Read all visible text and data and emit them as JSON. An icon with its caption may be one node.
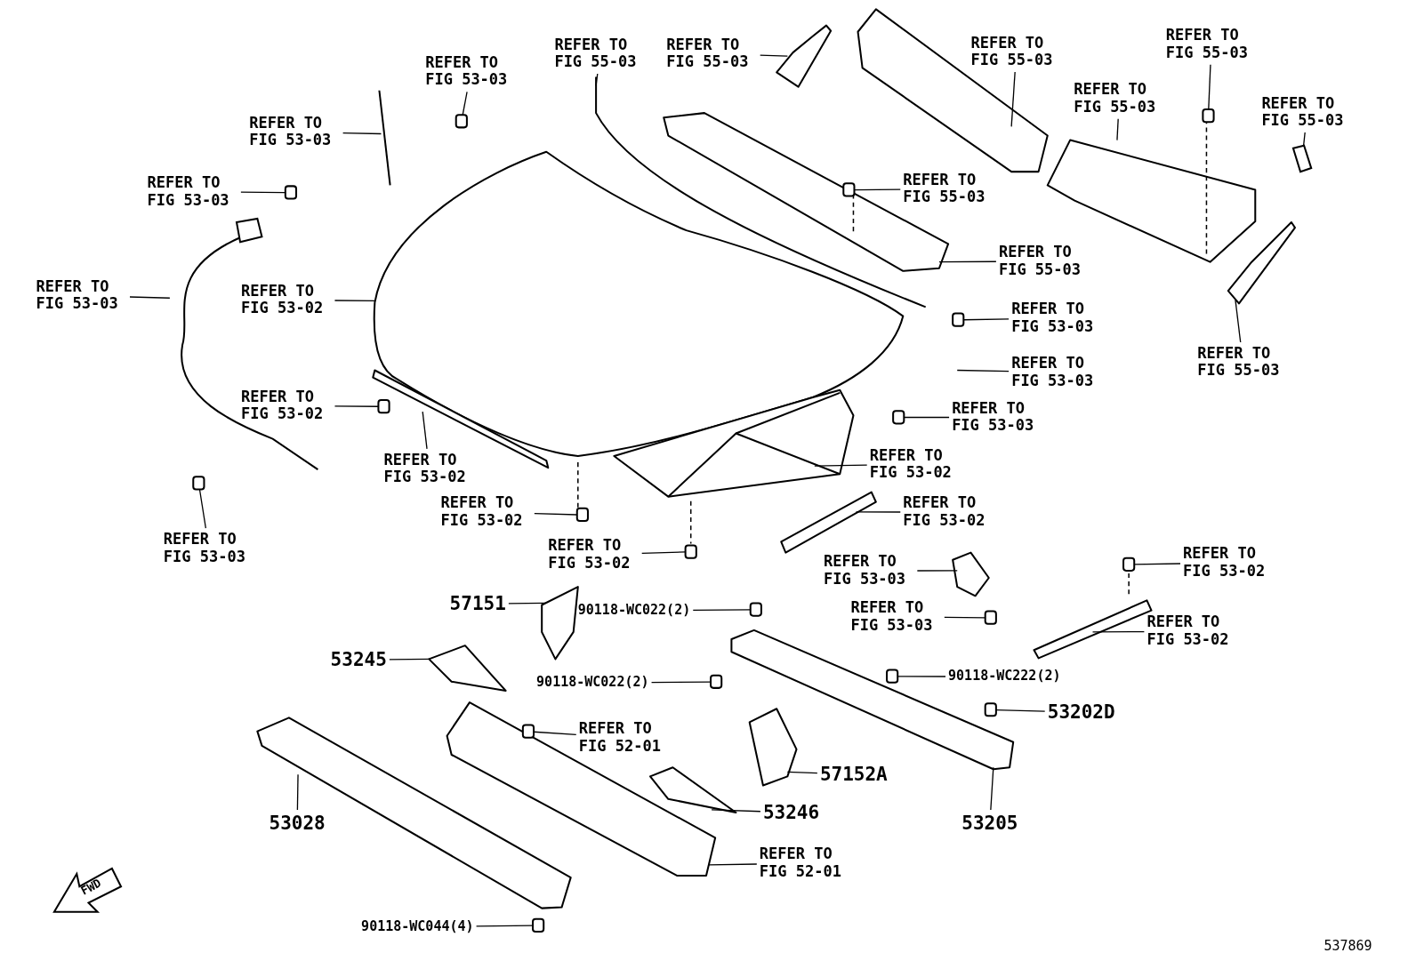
{
  "diagram": {
    "nodes": [
      {
        "text": [
          "REFER TO FIG 55-03"
        ]
      },
      {
        "text": [
          "REFER TO FIG 55-03"
        ]
      },
      {
        "text": [
          "REFER TO FIG 55-03"
        ]
      },
      {
        "text": [
          "REFER TO FIG 55-03"
        ]
      },
      {
        "text": [
          "REFER TO FIG 53-03"
        ]
      },
      {
        "text": [
          "REFER TO FIG 55-03"
        ]
      },
      {
        "text": [
          "REFER TO FIG 55-03"
        ]
      },
      {
        "text": [
          "REFER TO FIG 53-03"
        ]
      },
      {
        "text": [
          "REFER TO FIG 53-03"
        ]
      },
      {
        "text": [
          "REFER TO FIG 55-03"
        ]
      },
      {
        "text": [
          "REFER TO FIG 55-03"
        ]
      },
      {
        "text": [
          "REFER TO FIG 53-03"
        ]
      },
      {
        "text": [
          "REFER TO FIG 53-02"
        ]
      },
      {
        "text": [
          "REFER TO FIG 53-03"
        ]
      },
      {
        "text": [
          "REFER TO FIG 55-03"
        ]
      },
      {
        "text": [
          "REFER TO FIG 53-03"
        ]
      },
      {
        "text": [
          "REFER TO FIG 53-02"
        ]
      },
      {
        "text": [
          "REFER TO FIG 53-03"
        ]
      },
      {
        "text": [
          "REFER TO FIG 53-02"
        ]
      },
      {
        "text": [
          "REFER TO FIG 53-02"
        ]
      },
      {
        "text": [
          "REFER TO FIG 53-02"
        ]
      },
      {
        "text": [
          "REFER TO FIG 53-02"
        ]
      },
      {
        "text": [
          "REFER TO FIG 53-03"
        ]
      },
      {
        "text": [
          "REFER TO FIG 53-02"
        ]
      },
      {
        "text": [
          "REFER TO FIG 53-03"
        ]
      },
      {
        "text": [
          "REFER TO FIG 53-02"
        ]
      },
      {
        "text": [
          "57151"
        ]
      },
      {
        "text": [
          "REFER TO FIG 53-03"
        ]
      },
      {
        "text": [
          "90118-WC022(2)"
        ]
      },
      {
        "text": [
          "REFER TO FIG 53-02"
        ]
      },
      {
        "text": [
          "53245"
        ]
      },
      {
        "text": [
          "90118-WC022(2)"
        ]
      },
      {
        "text": [
          "90118-WC222(2)"
        ]
      },
      {
        "text": [
          "53202D"
        ]
      },
      {
        "text": [
          "REFER TO FIG 52-01"
        ]
      },
      {
        "text": [
          "57152A"
        ]
      },
      {
        "text": [
          "53246"
        ]
      },
      {
        "text": [
          "53028"
        ]
      },
      {
        "text": [
          "53205"
        ]
      },
      {
        "text": [
          "REFER TO FIG 52-01"
        ]
      },
      {
        "text": [
          "90118-WC044(4)"
        ]
      },
      {
        "text": [],
        "shape": "box"
      },
      {
        "text": [],
        "shape": "box"
      },
      {
        "text": [],
        "shape": "box"
      },
      {
        "text": [],
        "shape": "box"
      },
      {
        "text": [],
        "shape": "box"
      },
      {
        "text": [],
        "shape": "box"
      },
      {
        "text": [],
        "shape": "box"
      },
      {
        "text": [],
        "shape": "box"
      },
      {
        "text": [],
        "shape": "box"
      },
      {
        "text": [],
        "shape": "box"
      },
      {
        "text": [],
        "shape": "box"
      },
      {
        "text": [],
        "shape": "box"
      },
      {
        "text": [],
        "shape": "box"
      },
      {
        "text": [],
        "shape": "box"
      },
      {
        "text": [],
        "shape": "box"
      },
      {
        "text": [],
        "shape": "box"
      },
      {
        "text": [],
        "shape": "box"
      },
      {
        "text": [],
        "shape": "box"
      },
      {
        "text": [],
        "shape": "box"
      }
    ],
    "edges": [
      {
        "from": 0,
        "to": null,
        "arrow": "none"
      },
      {
        "from": 1,
        "to": null,
        "arrow": "none"
      },
      {
        "from": 2,
        "to": null,
        "arrow": "none"
      },
      {
        "from": 3,
        "to": 41,
        "arrow": "none"
      },
      {
        "from": 4,
        "to": 42,
        "arrow": "none"
      },
      {
        "from": 5,
        "to": null,
        "arrow": "none"
      },
      {
        "from": 6,
        "to": 43,
        "arrow": "none"
      },
      {
        "from": 7,
        "to": null,
        "arrow": "none"
      },
      {
        "from": 8,
        "to": 44,
        "arrow": "none"
      },
      {
        "from": 9,
        "to": 45,
        "arrow": "none"
      },
      {
        "from": 10,
        "to": null,
        "arrow": "none"
      },
      {
        "from": 11,
        "to": null,
        "arrow": "none"
      },
      {
        "from": 12,
        "to": null,
        "arrow": "none"
      },
      {
        "from": 13,
        "to": 46,
        "arrow": "none"
      },
      {
        "from": 14,
        "to": null,
        "arrow": "none"
      },
      {
        "from": 15,
        "to": null,
        "arrow": "none"
      },
      {
        "from": 16,
        "to": 47,
        "arrow": "none"
      },
      {
        "from": 17,
        "to": 48,
        "arrow": "none"
      },
      {
        "from": 18,
        "to": null,
        "arrow": "none"
      },
      {
        "from": 19,
        "to": null,
        "arrow": "none"
      },
      {
        "from": 20,
        "to": 49,
        "arrow": "none"
      },
      {
        "from": 21,
        "to": null,
        "arrow": "none"
      },
      {
        "from": 22,
        "to": 50,
        "arrow": "none"
      },
      {
        "from": 23,
        "to": 51,
        "arrow": "none"
      },
      {
        "from": 24,
        "to": null,
        "arrow": "none"
      },
      {
        "from": 25,
        "to": 52,
        "arrow": "none"
      },
      {
        "from": 26,
        "to": null,
        "arrow": "none"
      },
      {
        "from": 27,
        "to": 53,
        "arrow": "none"
      },
      {
        "from": 28,
        "to": 54,
        "arrow": "none"
      },
      {
        "from": 29,
        "to": null,
        "arrow": "none"
      },
      {
        "from": 30,
        "to": null,
        "arrow": "none"
      },
      {
        "from": 31,
        "to": 55,
        "arrow": "none"
      },
      {
        "from": 32,
        "to": 56,
        "arrow": "none"
      },
      {
        "from": 33,
        "to": 57,
        "arrow": "none"
      },
      {
        "from": 34,
        "to": 58,
        "arrow": "none"
      },
      {
        "from": 35,
        "to": null,
        "arrow": "none"
      },
      {
        "from": 36,
        "to": null,
        "arrow": "none"
      },
      {
        "from": 37,
        "to": null,
        "arrow": "none"
      },
      {
        "from": 38,
        "to": null,
        "arrow": "none"
      },
      {
        "from": 39,
        "to": null,
        "arrow": "none"
      },
      {
        "from": 40,
        "to": 59,
        "arrow": "none"
      }
    ],
    "labels": [
      "FWD",
      "537869"
    ]
  }
}
